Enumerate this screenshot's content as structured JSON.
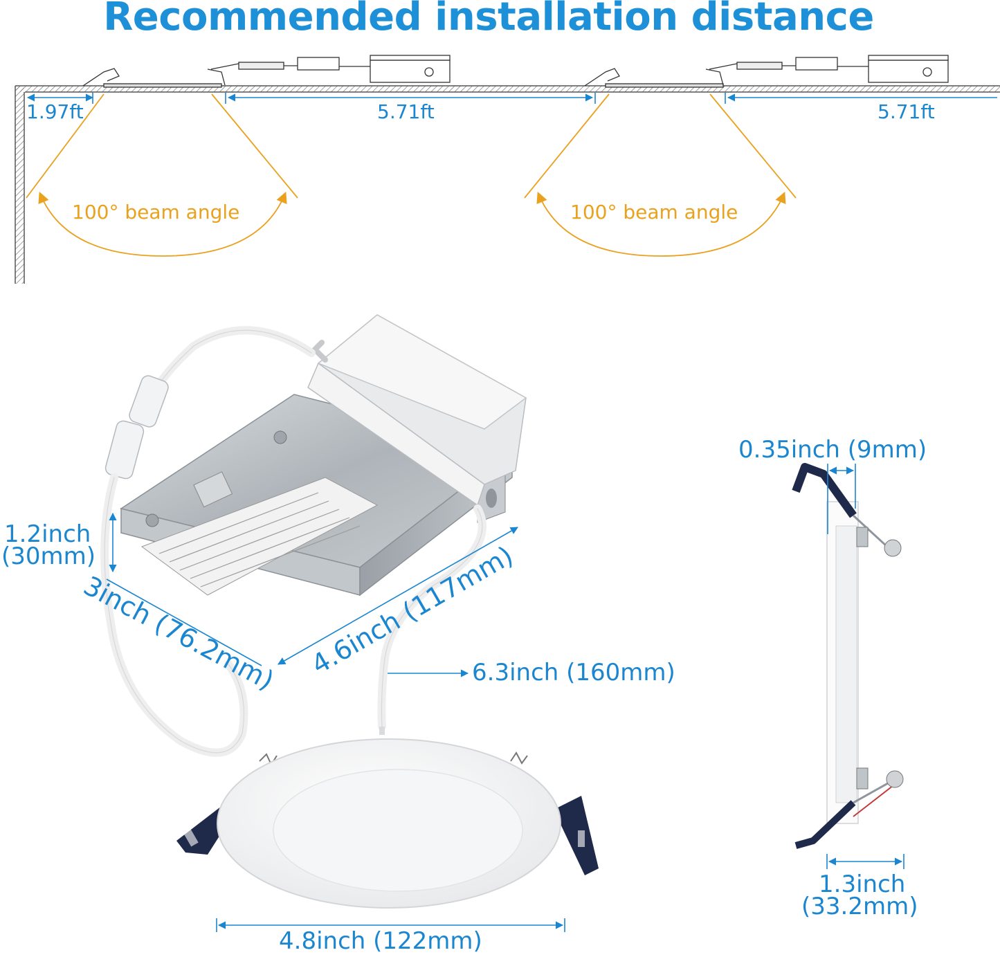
{
  "title": "Recommended installation distance",
  "colors": {
    "accent_blue": "#1b86d0",
    "title_blue": "#1e90d8",
    "beam_orange": "#e9a11e",
    "housing_metal": "#b9bec3",
    "driver_white": "#f2f3f4",
    "clip_navy": "#1f2a4a"
  },
  "installation": {
    "wall_offset": "1.97ft",
    "spacing_1": "5.71ft",
    "spacing_2": "5.71ft",
    "beam_angle_1": "100° beam angle",
    "beam_angle_2": "100° beam angle"
  },
  "dimensions": {
    "height_inch": "1.2inch",
    "height_mm": "(30mm)",
    "width": "3inch (76.2mm)",
    "length": "4.6inch (117mm)",
    "cable": "6.3inch (160mm)",
    "diameter": "4.8inch (122mm)",
    "thickness": "0.35inch (9mm)",
    "depth_inch": "1.3inch",
    "depth_mm": "(33.2mm)"
  }
}
